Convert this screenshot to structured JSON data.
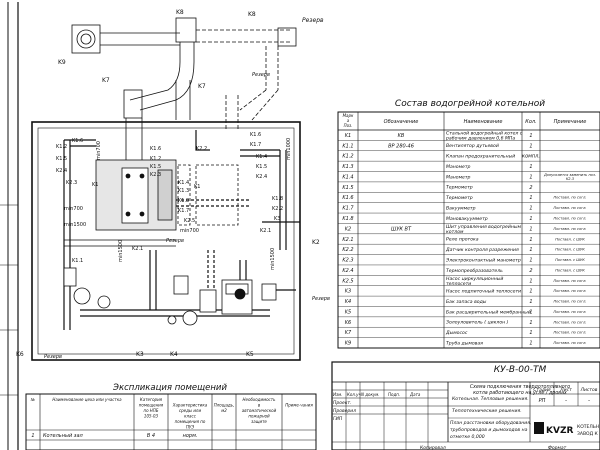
{
  "plan_labels": {
    "k8_top": "K8",
    "k8_right": "K8",
    "rezerv_top": "Резерв",
    "k9": "K9",
    "k7_left": "K7",
    "k7_mid": "K7",
    "rezerv_mid": "Резерв",
    "k16_left": "K1.6",
    "k12_left": "K1.2",
    "k15_left": "K1.5",
    "k24_left": "K2.4",
    "k23_left": "K2.3",
    "k1_left": "K1",
    "min700_v": "min700",
    "k16_c": "K1.6",
    "k12_c": "K1.2",
    "k15_c": "K1.5",
    "k23_c": "K2.3",
    "k22_c": "K2.2",
    "k14_c": "K1.4",
    "k13_c": "K1.3",
    "k18_c": "K1.8",
    "k17_c": "K1.7",
    "k1_c": "K1",
    "k25_c": "K2.5",
    "k16_r": "K1.6",
    "k17_r": "K1.7",
    "k14_r": "K1.4",
    "k15_r": "K1.5",
    "k24_r": "K2.4",
    "k18_r": "K1.8",
    "k22_r": "K2.2",
    "k3_r": "K3",
    "k21_r": "K2.1",
    "min1000_v": "min1000",
    "min700_h": "min700",
    "min1500_h": "min1500",
    "min700_c": "min700",
    "min1500_v1": "min1500",
    "min1500_v2": "min1500",
    "k11_l": "K1.1",
    "k21_l": "K2.1",
    "k2_right": "K2",
    "rezerv_r": "Резерв",
    "rezerv_low": "Резерв",
    "k6": "K6",
    "rezerv_bl": "Резерв",
    "k3_b": "K3",
    "k4_b": "K4",
    "k5_b": "K5"
  },
  "rooms": {
    "title": "Экспликация помещений",
    "headers": [
      "№",
      "Наименование цеха или участка",
      "Категория помещения по НПБ 105-03",
      "Характеристика среды или класс помещения по ПУЭ",
      "Площадь, м2",
      "Необходимость в автоматической пожарной защите",
      "Приме-чания"
    ],
    "rows": [
      [
        "1",
        "Котельный зал",
        "В 4",
        "норм.",
        "",
        "",
        ""
      ]
    ]
  },
  "spec": {
    "title": "Состав водогрейной котельной",
    "headers": [
      "Марка Поз.",
      "Обозначение",
      "Наименование",
      "Кол.",
      "Примечание"
    ],
    "rows": [
      [
        "K1",
        "KB",
        "Стальной водогрейный котел с рабочим давлением 0,6 МПа",
        "1",
        ""
      ],
      [
        "K1.1",
        "ВР 280-46",
        "Вентилятор дутьевой",
        "1",
        ""
      ],
      [
        "K1.2",
        "",
        "Клапан предохранительный",
        "компл.",
        ""
      ],
      [
        "K1.3",
        "",
        "Манометр",
        "1",
        ""
      ],
      [
        "K1.4",
        "",
        "Манометр",
        "1",
        "Допускается заменить поз. K2.3"
      ],
      [
        "K1.5",
        "",
        "Термометр",
        "2",
        ""
      ],
      [
        "K1.6",
        "",
        "Термометр",
        "1",
        "Поставл. по согл."
      ],
      [
        "K1.7",
        "",
        "Вакуумметр",
        "1",
        "Поставл. по согл."
      ],
      [
        "K1.8",
        "",
        "Мановакуумметр",
        "1",
        "Поставл. по согл."
      ],
      [
        "K2",
        "ШУК ВТ",
        "Шит управления водогрейным котлом",
        "1",
        "Поставл. по согл."
      ],
      [
        "K2.1",
        "",
        "Реле протока",
        "1",
        "Поставл. с ШУК"
      ],
      [
        "K2.2",
        "",
        "Датчик контроля разрежения",
        "1",
        "Поставл. с ШУК"
      ],
      [
        "K2.3",
        "",
        "Электроконтактный манометр",
        "1",
        "Поставл. с ШУК"
      ],
      [
        "K2.4",
        "",
        "Термопреобразователь",
        "2",
        "Поставл. с ШУК"
      ],
      [
        "K2.5",
        "",
        "Насос циркуляционный теплосети",
        "1",
        "Поставл. по согл."
      ],
      [
        "K3",
        "",
        "Насос подпиточный теплосети",
        "1",
        "Поставл. по согл."
      ],
      [
        "K4",
        "",
        "Бак запаса воды",
        "1",
        "Поставл. по согл."
      ],
      [
        "K5",
        "",
        "Бак расширительный мембранный",
        "1",
        "Поставл. по согл."
      ],
      [
        "K6",
        "",
        "Золоуловитель ( циклон )",
        "1",
        "Поставл. по согл."
      ],
      [
        "K7",
        "",
        "Дымосос",
        "1",
        "Поставл. по согл."
      ],
      [
        "K9",
        "",
        "Труба дымовая",
        "1",
        "Поставл. по согл."
      ]
    ]
  },
  "title_block": {
    "code": "КУ-В-00-ТМ",
    "subtitle_1": "Схема подключения твердотопливного",
    "subtitle_2": "котла работающего на угле / дровах",
    "hdr_izm": "Изм.",
    "hdr_uch": "Кол.уч",
    "hdr_list": "Лист",
    "hdr_doc": "N докум.",
    "hdr_podp": "Подп.",
    "hdr_data": "Дата",
    "proekt": "Проект.",
    "proveril": "Проверил",
    "gip": "ГИП",
    "desc_1": "Котельная. Тепловые решения.",
    "desc_2": "Теплотехнические решения.",
    "stadiya": "Стадия",
    "list": "Лист",
    "listov": "Листов",
    "stadiya_val": "РП",
    "list_val": "-",
    "listov_val": "-",
    "plan_1": "План расстановки оборудования,",
    "plan_2": "трубопроводов и дымоходов на",
    "plan_3": "отметке 0,000",
    "logo": "KVZR",
    "org_1": "КОТЕЛЬН",
    "org_2": "ЗАВОД К",
    "kopiroval": "Копировал",
    "format": "Формат"
  },
  "colors": {
    "line": "#111111",
    "paper": "#ffffff",
    "fill": "#c8c8c8"
  }
}
